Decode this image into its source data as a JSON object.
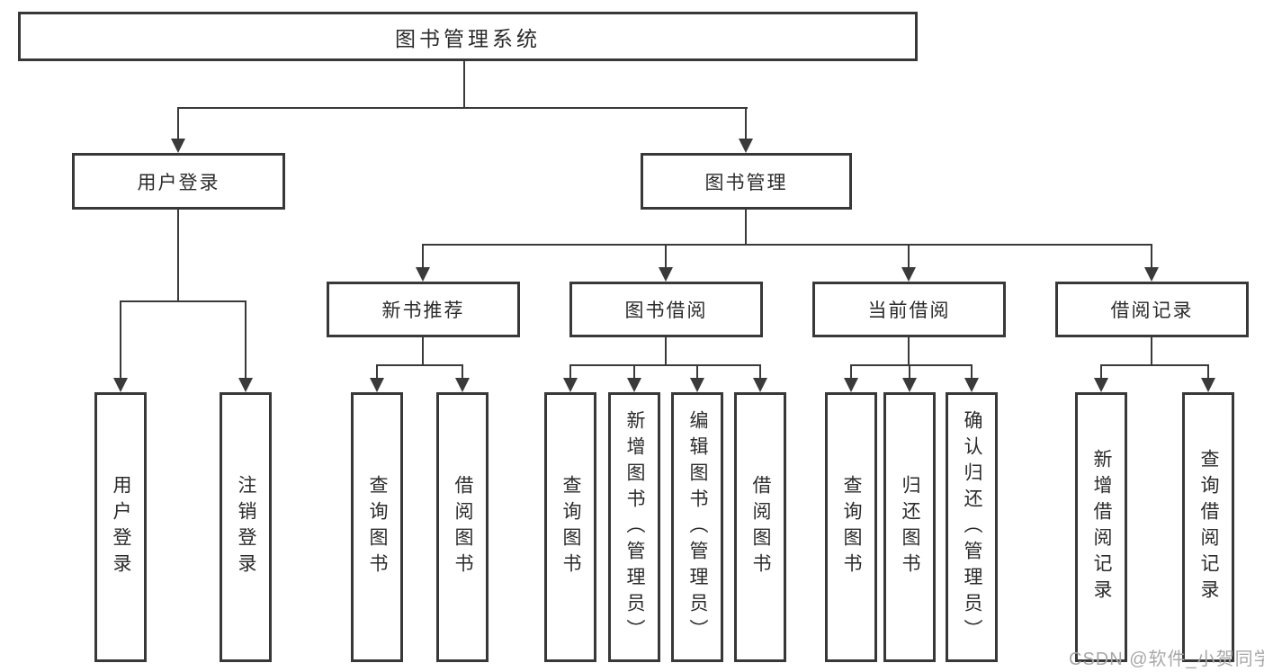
{
  "diagram": {
    "root": "图书管理系统",
    "level1": [
      {
        "label": "用户登录"
      },
      {
        "label": "图书管理"
      }
    ],
    "level2": [
      {
        "label": "新书推荐"
      },
      {
        "label": "图书借阅"
      },
      {
        "label": "当前借阅"
      },
      {
        "label": "借阅记录"
      }
    ],
    "leaves": {
      "user_login": [
        "用户登录",
        "注销登录"
      ],
      "new_book_rec": [
        "查询图书",
        "借阅图书"
      ],
      "book_borrow": [
        "查询图书",
        "新增图书（管理员）",
        "编辑图书（管理员）",
        "借阅图书"
      ],
      "current_borrow": [
        "查询图书",
        "归还图书",
        "确认归还（管理员）"
      ],
      "borrow_records": [
        "新增借阅记录",
        "查询借阅记录"
      ]
    },
    "watermark": "CSDN @软件_小贺同学",
    "colors": {
      "line": "#3a3a3a",
      "text": "#2b2b2b",
      "watermark": "#a8a8a8",
      "background": "#ffffff"
    }
  }
}
